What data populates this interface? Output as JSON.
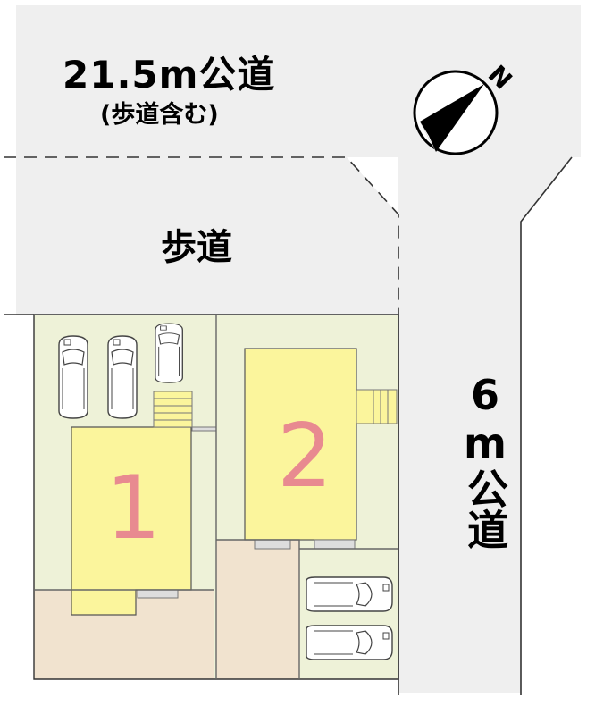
{
  "roads": {
    "main": {
      "label": "21.5m公道",
      "sub": "(歩道含む)"
    },
    "sidewalk": {
      "label": "歩道"
    },
    "side": {
      "label": "6m公道"
    }
  },
  "lots": [
    {
      "number": "1"
    },
    {
      "number": "2"
    }
  ],
  "compass": {
    "letter": "N"
  },
  "colors": {
    "road": "#efefef",
    "lot_green": "#eef2d8",
    "house_yellow": "#fbf59c",
    "paving_beige": "#f1e3cf",
    "lot_number": "#e88a90"
  }
}
